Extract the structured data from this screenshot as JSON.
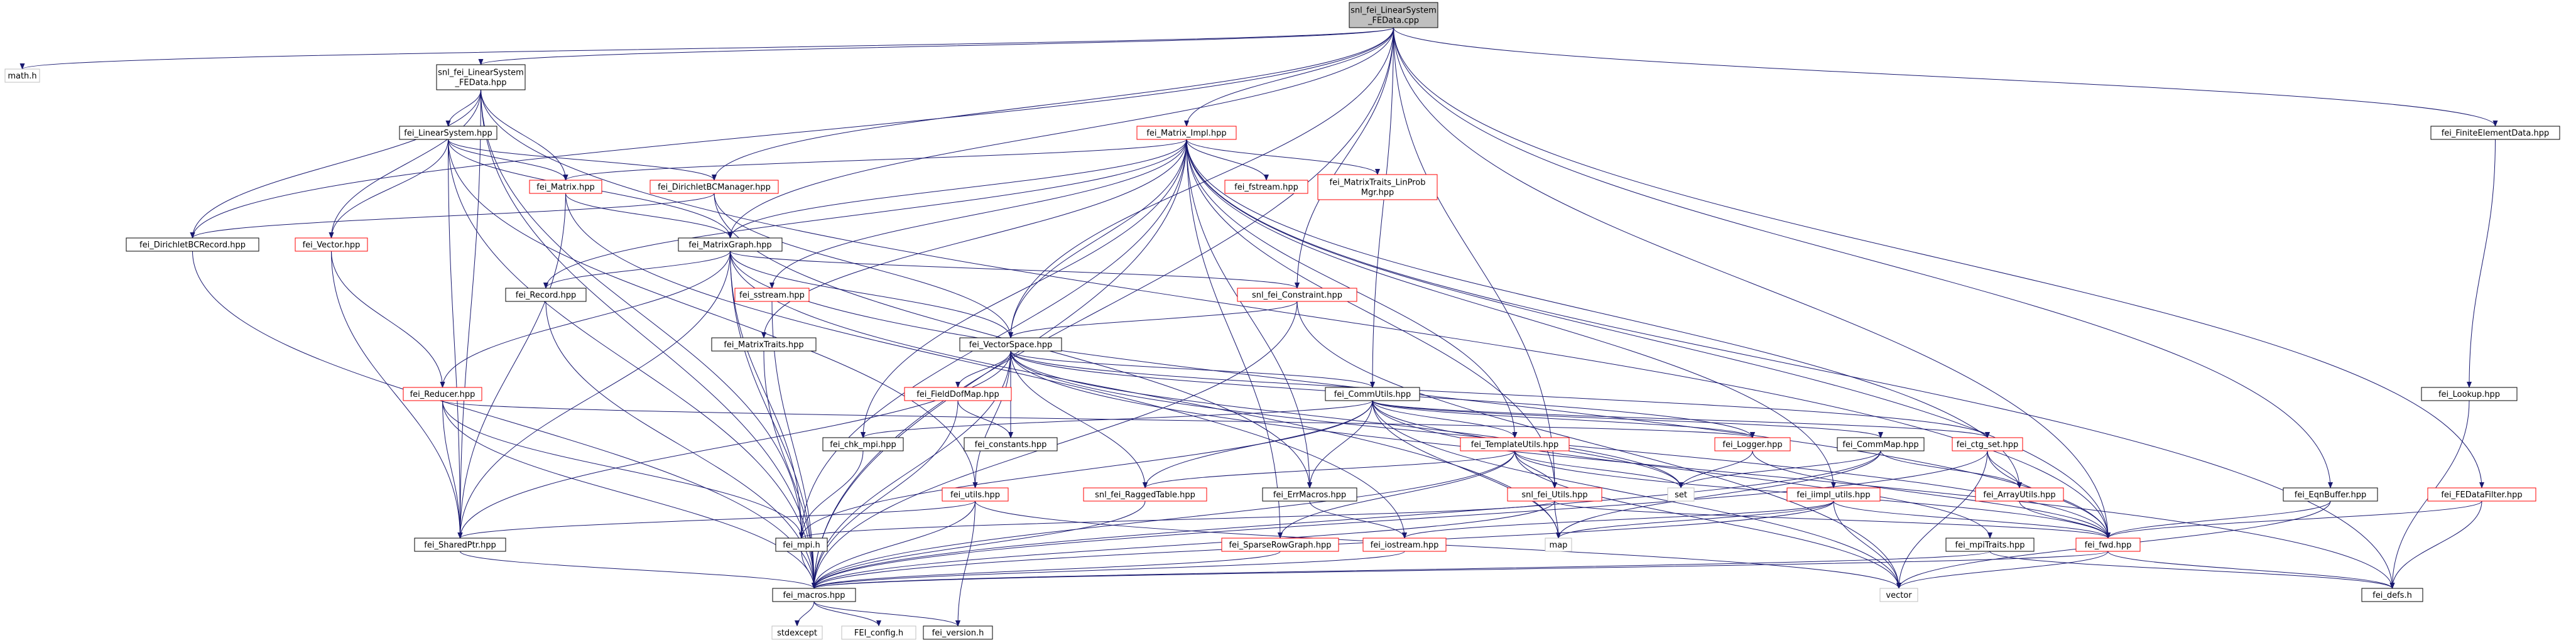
{
  "colors": {
    "edge": "#191970",
    "black_border": "#000000",
    "red_border": "#ff0000",
    "gray_border": "#bfbfbf",
    "root_fill": "#bfbfbf",
    "white_fill": "#ffffff",
    "text": "#000000"
  },
  "nodes": [
    {
      "id": "root",
      "lines": [
        "snl_fei_LinearSystem",
        "_FEData.cpp"
      ],
      "style": "root"
    },
    {
      "id": "math",
      "lines": [
        "math.h"
      ],
      "style": "gray"
    },
    {
      "id": "lsfedata",
      "lines": [
        "snl_fei_LinearSystem",
        "_FEData.hpp"
      ],
      "style": "black"
    },
    {
      "id": "linsys",
      "lines": [
        "fei_LinearSystem.hpp"
      ],
      "style": "black"
    },
    {
      "id": "matimpl",
      "lines": [
        "fei_Matrix_Impl.hpp"
      ],
      "style": "red"
    },
    {
      "id": "matrix",
      "lines": [
        "fei_Matrix.hpp"
      ],
      "style": "red"
    },
    {
      "id": "dirbcmgr",
      "lines": [
        "fei_DirichletBCManager.hpp"
      ],
      "style": "red"
    },
    {
      "id": "fstream",
      "lines": [
        "fei_fstream.hpp"
      ],
      "style": "red"
    },
    {
      "id": "mtlinprob",
      "lines": [
        "fei_MatrixTraits_LinProb",
        "Mgr.hpp"
      ],
      "style": "red"
    },
    {
      "id": "dirbcrec",
      "lines": [
        "fei_DirichletBCRecord.hpp"
      ],
      "style": "black"
    },
    {
      "id": "vector",
      "lines": [
        "fei_Vector.hpp"
      ],
      "style": "red"
    },
    {
      "id": "matgraph",
      "lines": [
        "fei_MatrixGraph.hpp"
      ],
      "style": "black"
    },
    {
      "id": "record",
      "lines": [
        "fei_Record.hpp"
      ],
      "style": "black"
    },
    {
      "id": "sstream",
      "lines": [
        "fei_sstream.hpp"
      ],
      "style": "red"
    },
    {
      "id": "constraint",
      "lines": [
        "snl_fei_Constraint.hpp"
      ],
      "style": "red"
    },
    {
      "id": "mattraits",
      "lines": [
        "fei_MatrixTraits.hpp"
      ],
      "style": "black"
    },
    {
      "id": "vecspace",
      "lines": [
        "fei_VectorSpace.hpp"
      ],
      "style": "black"
    },
    {
      "id": "reducer",
      "lines": [
        "fei_Reducer.hpp"
      ],
      "style": "red"
    },
    {
      "id": "fielddof",
      "lines": [
        "fei_FieldDofMap.hpp"
      ],
      "style": "red"
    },
    {
      "id": "commutils",
      "lines": [
        "fei_CommUtils.hpp"
      ],
      "style": "black"
    },
    {
      "id": "chkmpi",
      "lines": [
        "fei_chk_mpi.hpp"
      ],
      "style": "black"
    },
    {
      "id": "constants",
      "lines": [
        "fei_constants.hpp"
      ],
      "style": "black"
    },
    {
      "id": "templutils",
      "lines": [
        "fei_TemplateUtils.hpp"
      ],
      "style": "red"
    },
    {
      "id": "logger",
      "lines": [
        "fei_Logger.hpp"
      ],
      "style": "red"
    },
    {
      "id": "commmap",
      "lines": [
        "fei_CommMap.hpp"
      ],
      "style": "black"
    },
    {
      "id": "ctgset",
      "lines": [
        "fei_ctg_set.hpp"
      ],
      "style": "red"
    },
    {
      "id": "utils",
      "lines": [
        "fei_utils.hpp"
      ],
      "style": "red"
    },
    {
      "id": "ragged",
      "lines": [
        "snl_fei_RaggedTable.hpp"
      ],
      "style": "red"
    },
    {
      "id": "errmacros",
      "lines": [
        "fei_ErrMacros.hpp"
      ],
      "style": "black"
    },
    {
      "id": "snlutils",
      "lines": [
        "snl_fei_Utils.hpp"
      ],
      "style": "red"
    },
    {
      "id": "set",
      "lines": [
        "set"
      ],
      "style": "gray"
    },
    {
      "id": "iimpl",
      "lines": [
        "fei_iimpl_utils.hpp"
      ],
      "style": "red"
    },
    {
      "id": "arrayutils",
      "lines": [
        "fei_ArrayUtils.hpp"
      ],
      "style": "red"
    },
    {
      "id": "sharedptr",
      "lines": [
        "fei_SharedPtr.hpp"
      ],
      "style": "black"
    },
    {
      "id": "mpi",
      "lines": [
        "fei_mpi.h"
      ],
      "style": "black"
    },
    {
      "id": "sparseflow",
      "lines": [
        "fei_SparseRowGraph.hpp"
      ],
      "style": "red"
    },
    {
      "id": "iostream",
      "lines": [
        "fei_iostream.hpp"
      ],
      "style": "red"
    },
    {
      "id": "map",
      "lines": [
        "map"
      ],
      "style": "gray"
    },
    {
      "id": "fwd",
      "lines": [
        "fei_fwd.hpp"
      ],
      "style": "red"
    },
    {
      "id": "mpitraits",
      "lines": [
        "fei_mpiTraits.hpp"
      ],
      "style": "black"
    },
    {
      "id": "macros",
      "lines": [
        "fei_macros.hpp"
      ],
      "style": "black"
    },
    {
      "id": "vectorstd",
      "lines": [
        "vector"
      ],
      "style": "gray"
    },
    {
      "id": "eqnbuffer",
      "lines": [
        "fei_EqnBuffer.hpp"
      ],
      "style": "black"
    },
    {
      "id": "fedatafilter",
      "lines": [
        "fei_FEDataFilter.hpp"
      ],
      "style": "red"
    },
    {
      "id": "finiteel",
      "lines": [
        "fei_FiniteElementData.hpp"
      ],
      "style": "black"
    },
    {
      "id": "lookup",
      "lines": [
        "fei_Lookup.hpp"
      ],
      "style": "black"
    },
    {
      "id": "defs",
      "lines": [
        "fei_defs.h"
      ],
      "style": "black"
    },
    {
      "id": "stdexcept",
      "lines": [
        "stdexcept"
      ],
      "style": "gray"
    },
    {
      "id": "feiconfig",
      "lines": [
        "FEI_config.h"
      ],
      "style": "gray"
    },
    {
      "id": "version",
      "lines": [
        "fei_version.h"
      ],
      "style": "black"
    }
  ],
  "edges": [
    [
      "root",
      "math"
    ],
    [
      "root",
      "lsfedata"
    ],
    [
      "root",
      "matimpl"
    ],
    [
      "root",
      "macros"
    ],
    [
      "root",
      "dirbcrec"
    ],
    [
      "root",
      "matgraph"
    ],
    [
      "root",
      "vecspace"
    ],
    [
      "root",
      "constraint"
    ],
    [
      "root",
      "commutils"
    ],
    [
      "root",
      "dirbcmgr"
    ],
    [
      "root",
      "finiteel"
    ],
    [
      "root",
      "fedatafilter"
    ],
    [
      "root",
      "eqnbuffer"
    ],
    [
      "root",
      "fwd"
    ],
    [
      "root",
      "snlutils"
    ],
    [
      "lsfedata",
      "linsys"
    ],
    [
      "lsfedata",
      "macros"
    ],
    [
      "lsfedata",
      "vector"
    ],
    [
      "lsfedata",
      "matrix"
    ],
    [
      "lsfedata",
      "dirbcrec"
    ],
    [
      "lsfedata",
      "sharedptr"
    ],
    [
      "lsfedata",
      "mpi"
    ],
    [
      "lsfedata",
      "fwd"
    ],
    [
      "linsys",
      "matrix"
    ],
    [
      "linsys",
      "vector"
    ],
    [
      "linsys",
      "dirbcmgr"
    ],
    [
      "linsys",
      "matgraph"
    ],
    [
      "linsys",
      "sharedptr"
    ],
    [
      "linsys",
      "utils"
    ],
    [
      "linsys",
      "macros"
    ],
    [
      "matimpl",
      "matrix"
    ],
    [
      "matimpl",
      "fstream"
    ],
    [
      "matimpl",
      "mtlinprob"
    ],
    [
      "matimpl",
      "matgraph"
    ],
    [
      "matimpl",
      "sstream"
    ],
    [
      "matimpl",
      "mattraits"
    ],
    [
      "matimpl",
      "vecspace"
    ],
    [
      "matimpl",
      "chkmpi"
    ],
    [
      "matimpl",
      "mpi"
    ],
    [
      "matimpl",
      "macros"
    ],
    [
      "matimpl",
      "errmacros"
    ],
    [
      "matimpl",
      "templutils"
    ],
    [
      "matimpl",
      "snlutils"
    ],
    [
      "matimpl",
      "fwd"
    ],
    [
      "matimpl",
      "iimpl"
    ],
    [
      "matimpl",
      "sparseflow"
    ],
    [
      "matimpl",
      "defs"
    ],
    [
      "matimpl",
      "record"
    ],
    [
      "matimpl",
      "arrayutils"
    ],
    [
      "matrix",
      "matgraph"
    ],
    [
      "matrix",
      "sharedptr"
    ],
    [
      "matrix",
      "iostream"
    ],
    [
      "dirbcmgr",
      "dirbcrec"
    ],
    [
      "dirbcmgr",
      "vecspace"
    ],
    [
      "dirbcmgr",
      "errmacros"
    ],
    [
      "dirbcrec",
      "macros"
    ],
    [
      "vector",
      "reducer"
    ],
    [
      "vector",
      "sharedptr"
    ],
    [
      "matgraph",
      "record"
    ],
    [
      "matgraph",
      "constraint"
    ],
    [
      "matgraph",
      "vecspace"
    ],
    [
      "matgraph",
      "reducer"
    ],
    [
      "matgraph",
      "sharedptr"
    ],
    [
      "matgraph",
      "mpi"
    ],
    [
      "matgraph",
      "macros"
    ],
    [
      "matgraph",
      "fwd"
    ],
    [
      "matgraph",
      "map"
    ],
    [
      "record",
      "macros"
    ],
    [
      "sstream",
      "macros"
    ],
    [
      "constraint",
      "vecspace"
    ],
    [
      "constraint",
      "macros"
    ],
    [
      "constraint",
      "vectorstd"
    ],
    [
      "mattraits",
      "macros"
    ],
    [
      "vecspace",
      "fielddof"
    ],
    [
      "vecspace",
      "commutils"
    ],
    [
      "vecspace",
      "constants"
    ],
    [
      "vecspace",
      "ragged"
    ],
    [
      "vecspace",
      "sharedptr"
    ],
    [
      "vecspace",
      "logger"
    ],
    [
      "vecspace",
      "macros"
    ],
    [
      "vecspace",
      "fwd"
    ],
    [
      "vecspace",
      "ctgset"
    ],
    [
      "vecspace",
      "utils"
    ],
    [
      "vecspace",
      "defs"
    ],
    [
      "vecspace",
      "set"
    ],
    [
      "reducer",
      "sharedptr"
    ],
    [
      "reducer",
      "mpi"
    ],
    [
      "reducer",
      "macros"
    ],
    [
      "reducer",
      "logger"
    ],
    [
      "fielddof",
      "constants"
    ],
    [
      "fielddof",
      "macros"
    ],
    [
      "commutils",
      "chkmpi"
    ],
    [
      "commutils",
      "templutils"
    ],
    [
      "commutils",
      "commmap"
    ],
    [
      "commutils",
      "ctgset"
    ],
    [
      "commutils",
      "errmacros"
    ],
    [
      "commutils",
      "mpi"
    ],
    [
      "commutils",
      "mpitraits"
    ],
    [
      "commutils",
      "logger"
    ],
    [
      "commutils",
      "set"
    ],
    [
      "commutils",
      "map"
    ],
    [
      "commutils",
      "vectorstd"
    ],
    [
      "commutils",
      "ragged"
    ],
    [
      "chkmpi",
      "mpi"
    ],
    [
      "templutils",
      "ragged"
    ],
    [
      "templutils",
      "snlutils"
    ],
    [
      "templutils",
      "sparseflow"
    ],
    [
      "templutils",
      "fwd"
    ],
    [
      "templutils",
      "set"
    ],
    [
      "templutils",
      "macros"
    ],
    [
      "templutils",
      "vectorstd"
    ],
    [
      "logger",
      "fwd"
    ],
    [
      "logger",
      "set"
    ],
    [
      "commmap",
      "arrayutils"
    ],
    [
      "commmap",
      "map"
    ],
    [
      "commmap",
      "macros"
    ],
    [
      "commmap",
      "set"
    ],
    [
      "ctgset",
      "arrayutils"
    ],
    [
      "ctgset",
      "fwd"
    ],
    [
      "ctgset",
      "macros"
    ],
    [
      "ctgset",
      "vectorstd"
    ],
    [
      "utils",
      "version"
    ],
    [
      "utils",
      "macros"
    ],
    [
      "utils",
      "sharedptr"
    ],
    [
      "utils",
      "vectorstd"
    ],
    [
      "ragged",
      "macros"
    ],
    [
      "errmacros",
      "iostream"
    ],
    [
      "snlutils",
      "fwd"
    ],
    [
      "snlutils",
      "mpi"
    ],
    [
      "snlutils",
      "macros"
    ],
    [
      "snlutils",
      "map"
    ],
    [
      "iimpl",
      "fwd"
    ],
    [
      "iimpl",
      "iostream"
    ],
    [
      "iimpl",
      "map"
    ],
    [
      "iimpl",
      "vectorstd"
    ],
    [
      "iimpl",
      "macros"
    ],
    [
      "arrayutils",
      "fwd"
    ],
    [
      "sharedptr",
      "macros"
    ],
    [
      "mpi",
      "macros"
    ],
    [
      "sparseflow",
      "macros"
    ],
    [
      "iostream",
      "macros"
    ],
    [
      "fwd",
      "defs"
    ],
    [
      "fwd",
      "vectorstd"
    ],
    [
      "fwd",
      "macros"
    ],
    [
      "mpitraits",
      "macros"
    ],
    [
      "mpitraits",
      "defs"
    ],
    [
      "macros",
      "stdexcept"
    ],
    [
      "macros",
      "feiconfig"
    ],
    [
      "macros",
      "version"
    ],
    [
      "eqnbuffer",
      "fwd"
    ],
    [
      "eqnbuffer",
      "vectorstd"
    ],
    [
      "fedatafilter",
      "fwd"
    ],
    [
      "fedatafilter",
      "defs"
    ],
    [
      "finiteel",
      "lookup"
    ],
    [
      "lookup",
      "defs"
    ]
  ]
}
